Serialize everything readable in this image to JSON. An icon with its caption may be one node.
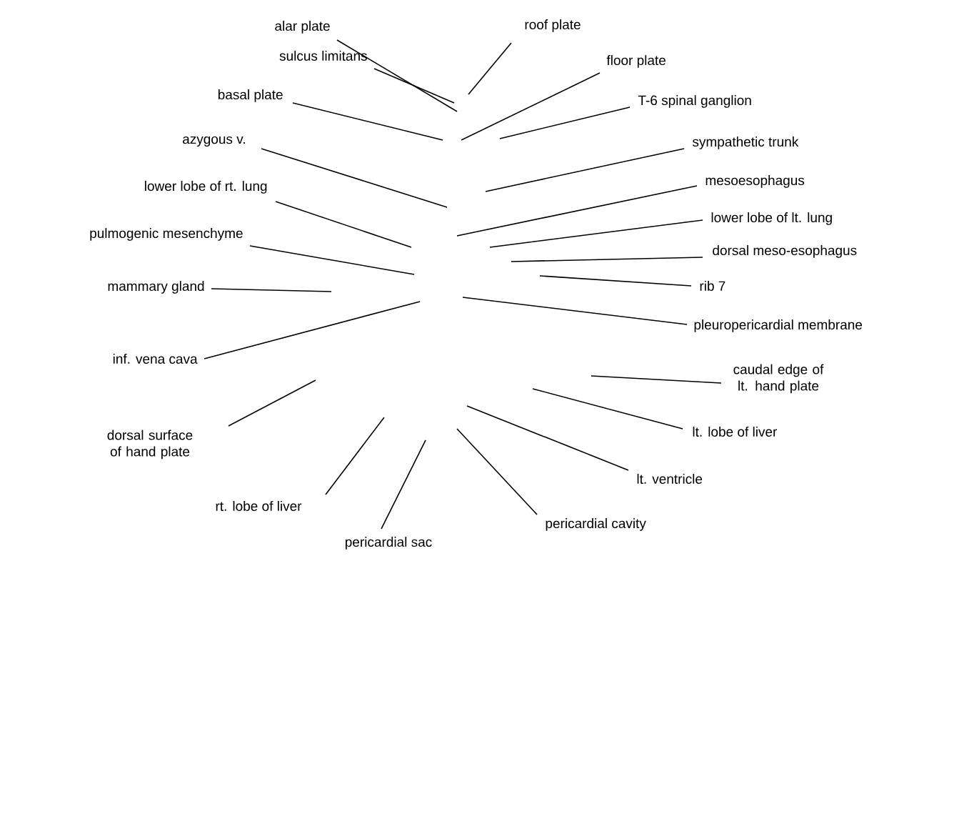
{
  "diagram": {
    "nodes": [
      {
        "text": [
          "alar plate"
        ]
      },
      {
        "text": [
          "roof plate"
        ]
      },
      {
        "text": [
          "sulcus limitans"
        ]
      },
      {
        "text": [
          "floor plate"
        ]
      },
      {
        "text": [
          "basal plate"
        ]
      },
      {
        "text": [
          "T-6 spinal ganglion"
        ]
      },
      {
        "text": [
          "azygous v."
        ]
      },
      {
        "text": [
          "sympathetic trunk"
        ]
      },
      {
        "text": [
          "mesoesophagus"
        ]
      },
      {
        "text": [
          "lower lobe of rt. lung"
        ]
      },
      {
        "text": [
          "lower lobe of lt. lung"
        ]
      },
      {
        "text": [
          "pulmogenic mesenchyme"
        ]
      },
      {
        "text": [
          "dorsal meso-esophagus"
        ]
      },
      {
        "text": [
          "rib 7"
        ]
      },
      {
        "text": [
          "mammary gland"
        ]
      },
      {
        "text": [
          "pleuropericardial membrane"
        ]
      },
      {
        "text": [
          "inf. vena cava"
        ]
      },
      {
        "text": [
          "caudal edge of lt. hand plate"
        ]
      },
      {
        "text": [
          "dorsal surface of hand plate"
        ]
      },
      {
        "text": [
          "lt. lobe of liver"
        ]
      },
      {
        "text": [
          "lt. ventricle"
        ]
      },
      {
        "text": [
          "rt. lobe of liver"
        ]
      },
      {
        "text": [
          "pericardial cavity"
        ]
      },
      {
        "text": [
          "pericardial sac"
        ]
      }
    ],
    "edges": [
      {
        "from": 0,
        "to": null,
        "arrow": "none"
      },
      {
        "from": 1,
        "to": null,
        "arrow": "none"
      },
      {
        "from": 2,
        "to": null,
        "arrow": "none"
      },
      {
        "from": 3,
        "to": null,
        "arrow": "none"
      },
      {
        "from": 4,
        "to": null,
        "arrow": "none"
      },
      {
        "from": 5,
        "to": null,
        "arrow": "none"
      },
      {
        "from": 6,
        "to": null,
        "arrow": "none"
      },
      {
        "from": 7,
        "to": null,
        "arrow": "none"
      },
      {
        "from": 8,
        "to": null,
        "arrow": "none"
      },
      {
        "from": 9,
        "to": null,
        "arrow": "none"
      },
      {
        "from": 10,
        "to": null,
        "arrow": "none"
      },
      {
        "from": 11,
        "to": null,
        "arrow": "none"
      },
      {
        "from": 12,
        "to": null,
        "arrow": "none"
      },
      {
        "from": 13,
        "to": null,
        "arrow": "none"
      },
      {
        "from": 14,
        "to": null,
        "arrow": "none"
      },
      {
        "from": 15,
        "to": null,
        "arrow": "none"
      },
      {
        "from": 16,
        "to": null,
        "arrow": "none"
      },
      {
        "from": 17,
        "to": null,
        "arrow": "none"
      },
      {
        "from": 18,
        "to": null,
        "arrow": "none"
      },
      {
        "from": 19,
        "to": null,
        "arrow": "none"
      },
      {
        "from": 20,
        "to": null,
        "arrow": "none"
      },
      {
        "from": 21,
        "to": null,
        "arrow": "none"
      },
      {
        "from": 22,
        "to": null,
        "arrow": "none"
      },
      {
        "from": 23,
        "to": null,
        "arrow": "none"
      }
    ]
  }
}
